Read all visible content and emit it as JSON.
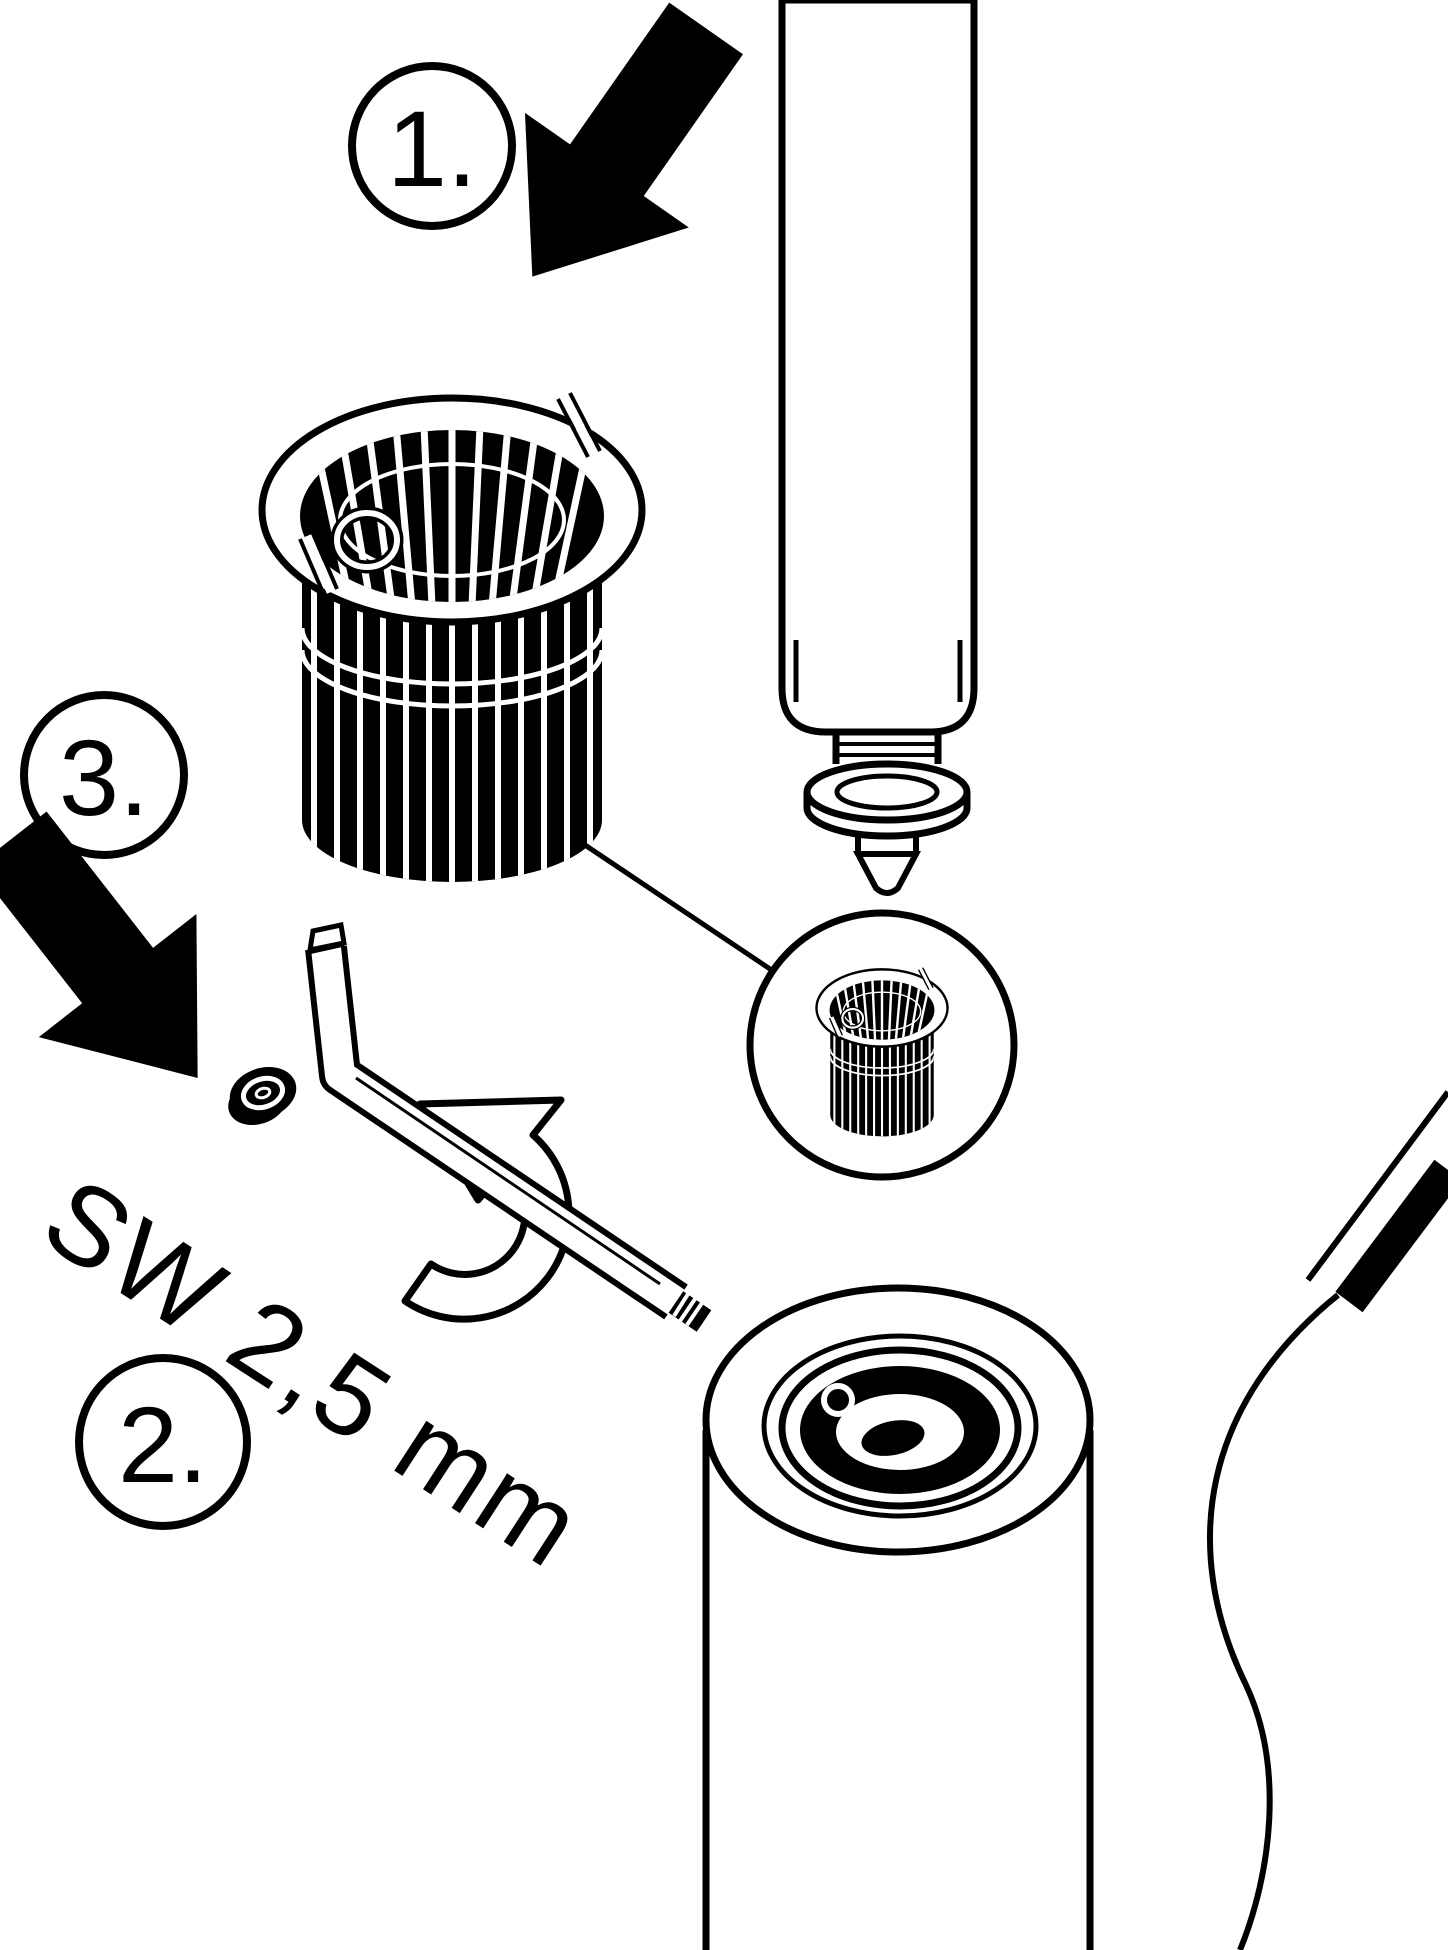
{
  "diagram": {
    "type": "installation-instruction-figure",
    "steps": [
      {
        "label": "1."
      },
      {
        "label": "2."
      },
      {
        "label": "3."
      }
    ],
    "tool_label": "SW 2,5 mm",
    "colors": {
      "ink": "#000000",
      "paper": "#ffffff"
    },
    "icons": {
      "cartridge": "flow-straightener-cartridge-icon",
      "spout": "spout-with-plug-icon",
      "allen_key": "allen-key-icon",
      "set_screw": "set-screw-icon",
      "socket": "spout-socket-icon",
      "rotation": "rotate-counterclockwise-arrow-icon",
      "magnifier": "detail-callout-circle-icon",
      "arrow": "direction-arrow-icon"
    }
  }
}
